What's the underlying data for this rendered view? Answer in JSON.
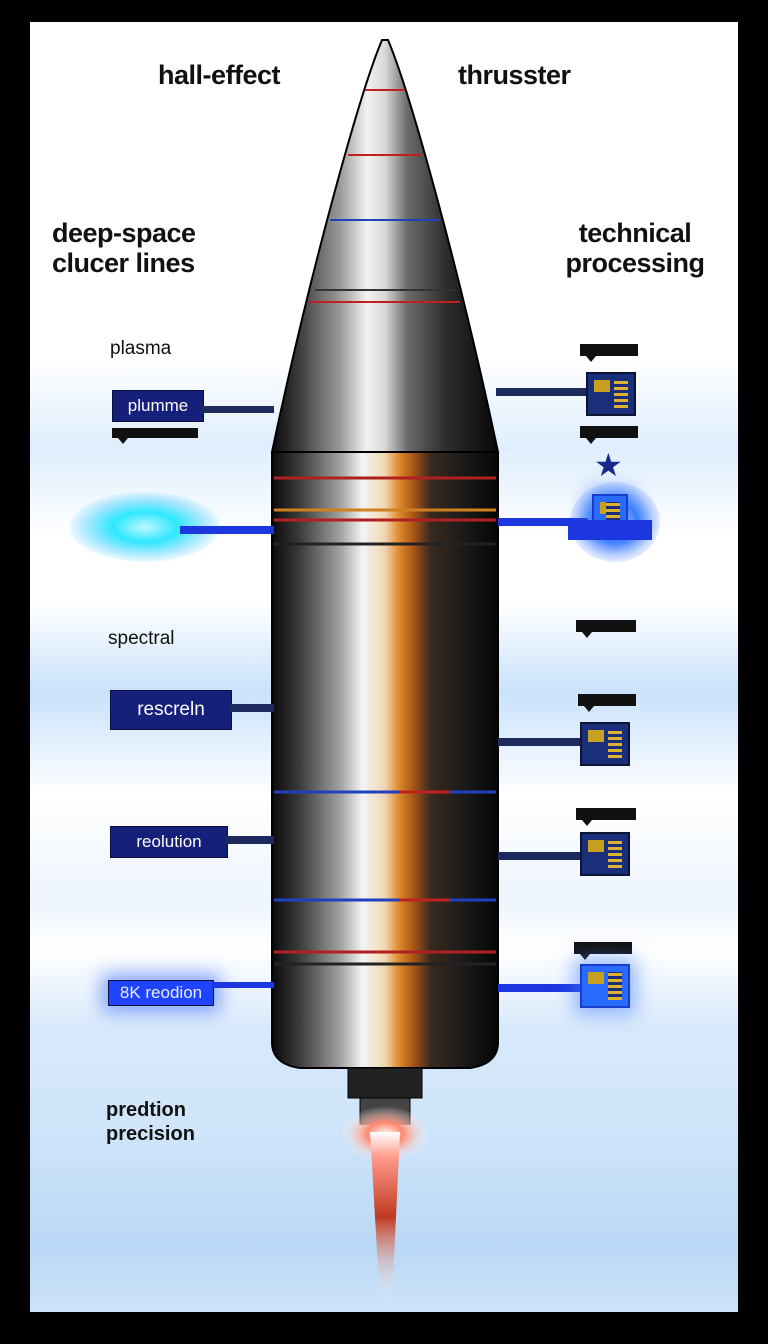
{
  "diagram": {
    "title_left": "hall-effect",
    "title_right": "thrusster",
    "subtitle_left": "deep-space clucer lines",
    "subtitle_right": "technical processing",
    "left_labels": {
      "plasma": "plasma",
      "plume_box": "plumme",
      "spectral": "spectral",
      "rescreen_box": "rescreln",
      "resolution_box": "reolution",
      "eightk_box": "8K reodion",
      "prediction": "predtion precision"
    },
    "colors": {
      "accent_blue": "#14207a",
      "glow_cyan": "#2ee8ff",
      "glow_blue": "#1f44ff",
      "flame_orange": "#e07020",
      "flame_red": "#b01818"
    },
    "icons": [
      "star-icon",
      "electronic-module-icon"
    ]
  }
}
